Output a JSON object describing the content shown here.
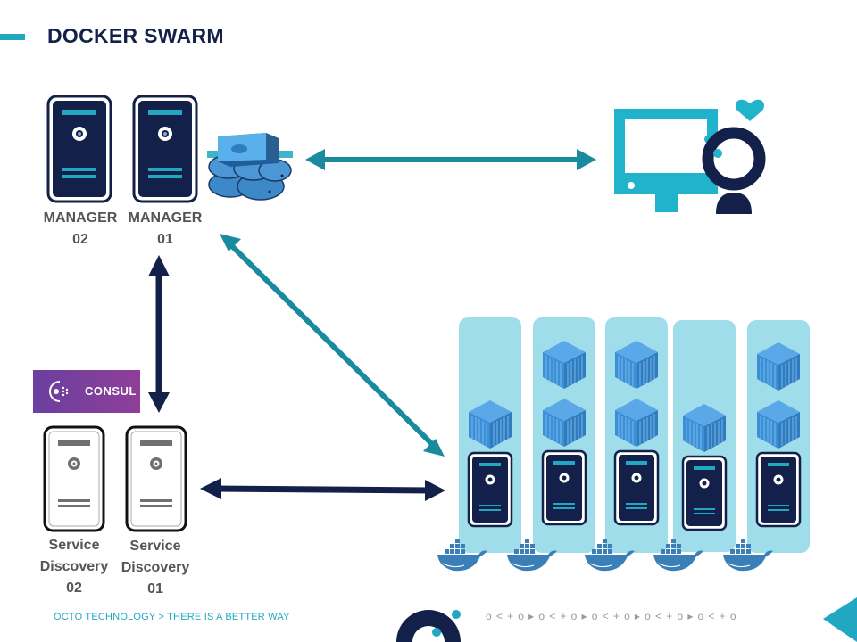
{
  "header": {
    "title": "DOCKER SWARM"
  },
  "managers": [
    {
      "label_line1": "MANAGER",
      "label_line2": "02"
    },
    {
      "label_line1": "MANAGER",
      "label_line2": "01"
    }
  ],
  "service_discovery": [
    {
      "label_line1": "Service",
      "label_line2": "Discovery",
      "label_line3": "02"
    },
    {
      "label_line1": "Service",
      "label_line2": "Discovery",
      "label_line3": "01"
    }
  ],
  "consul": {
    "label": "CONSUL"
  },
  "worker_nodes": [
    {
      "containers": 1
    },
    {
      "containers": 2
    },
    {
      "containers": 2
    },
    {
      "containers": 1
    },
    {
      "containers": 2
    }
  ],
  "footer": {
    "tagline": "OCTO TECHNOLOGY  > THERE  IS A BETTER  WAY",
    "pattern": "o<+o▸o<+o▸o<+o▸o<+o▸o<+o"
  },
  "colors": {
    "navy": "#13214a",
    "teal": "#1a8a9e",
    "cyan": "#22a7c3",
    "lane": "#9edde9",
    "container": "#3b8fd6"
  }
}
